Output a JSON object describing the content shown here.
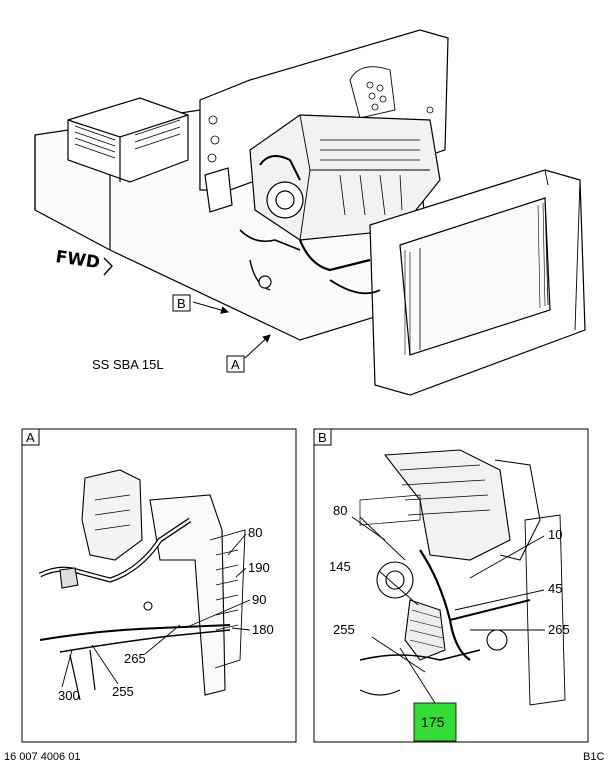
{
  "main_view": {
    "forward_label": "FWD",
    "model_label": "SS SBA 15L",
    "callout_a": "A",
    "callout_b": "B"
  },
  "detail_a": {
    "title": "A",
    "labels": [
      "80",
      "190",
      "90",
      "180",
      "265",
      "300",
      "255"
    ]
  },
  "detail_b": {
    "title": "B",
    "labels": [
      "80",
      "10",
      "145",
      "45",
      "255",
      "265"
    ],
    "highlighted_label": "175",
    "highlight_color": "#33dd33"
  },
  "footer": {
    "left_code": "16 007 4006 01",
    "right_code": "B1C"
  }
}
